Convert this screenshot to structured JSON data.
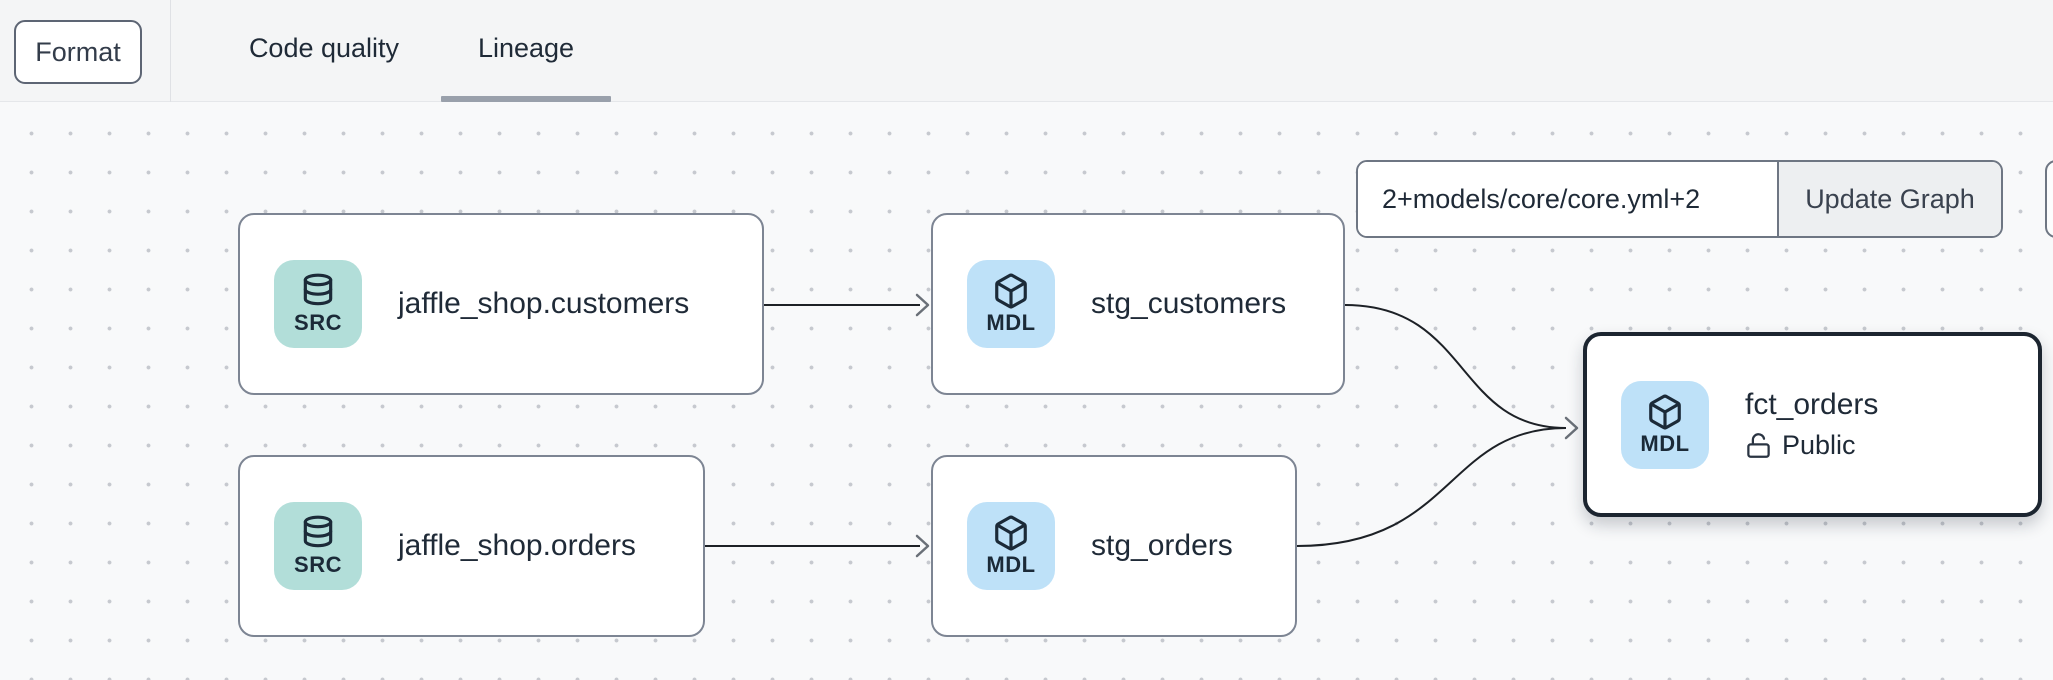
{
  "header": {
    "format_button_label": "Format",
    "tabs": [
      {
        "label": "Code quality",
        "active": false
      },
      {
        "label": "Lineage",
        "active": true
      }
    ]
  },
  "graph_controls": {
    "selector_input_value": "2+models/core/core.yml+2",
    "update_button_label": "Update Graph"
  },
  "graph": {
    "nodes": [
      {
        "label": "jaffle_shop.customers",
        "badge": "SRC",
        "kind": "source",
        "icon": "database-icon",
        "selected": false
      },
      {
        "label": "stg_customers",
        "badge": "MDL",
        "kind": "model",
        "icon": "cube-icon",
        "selected": false
      },
      {
        "label": "jaffle_shop.orders",
        "badge": "SRC",
        "kind": "source",
        "icon": "database-icon",
        "selected": false
      },
      {
        "label": "stg_orders",
        "badge": "MDL",
        "kind": "model",
        "icon": "cube-icon",
        "selected": false
      },
      {
        "label": "fct_orders",
        "badge": "MDL",
        "kind": "model",
        "icon": "cube-icon",
        "access": "Public",
        "selected": true
      }
    ],
    "edges": [
      {
        "from": "jaffle_shop.customers",
        "to": "stg_customers"
      },
      {
        "from": "jaffle_shop.orders",
        "to": "stg_orders"
      },
      {
        "from": "stg_customers",
        "to": "fct_orders"
      },
      {
        "from": "stg_orders",
        "to": "fct_orders"
      }
    ]
  },
  "colors": {
    "header_bg": "#f4f5f6",
    "canvas_bg": "#f8f9fa",
    "grid_dot": "#c6c9cf",
    "node_border": "#7d8593",
    "selected_node_border": "#1c2530",
    "source_badge_bg": "#b2ded9",
    "model_badge_bg": "#bee1f8",
    "text_dark": "#1f2a37",
    "tab_underline": "#99a0ab",
    "edge_stroke": "#1d2126",
    "update_button_bg": "#edeff1"
  }
}
